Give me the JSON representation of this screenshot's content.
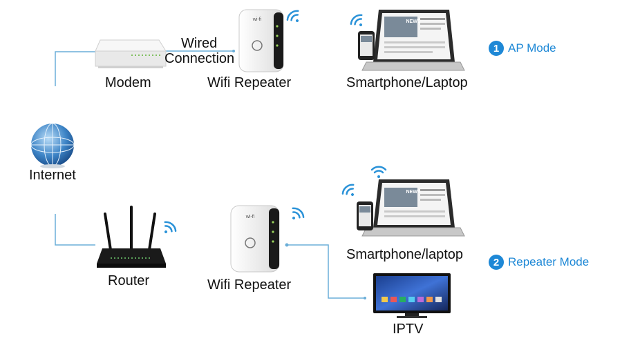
{
  "labels": {
    "internet": "Internet",
    "modem": "Modem",
    "wired": "Wired",
    "connection": "Connection",
    "repeater_top": "Wifi Repeater",
    "devices_top": "Smartphone/Laptop",
    "router": "Router",
    "repeater_bottom": "Wifi Repeater",
    "devices_bottom": "Smartphone/laptop",
    "iptv": "IPTV"
  },
  "modes": [
    {
      "number": "1",
      "label": "AP Mode"
    },
    {
      "number": "2",
      "label": "Repeater Mode"
    }
  ],
  "screen_text": {
    "news": "NEWS"
  },
  "colors": {
    "accent": "#1e88d6",
    "line": "#6aaed8",
    "device_white": "#f2f2f2",
    "device_black": "#1a1a1a"
  }
}
